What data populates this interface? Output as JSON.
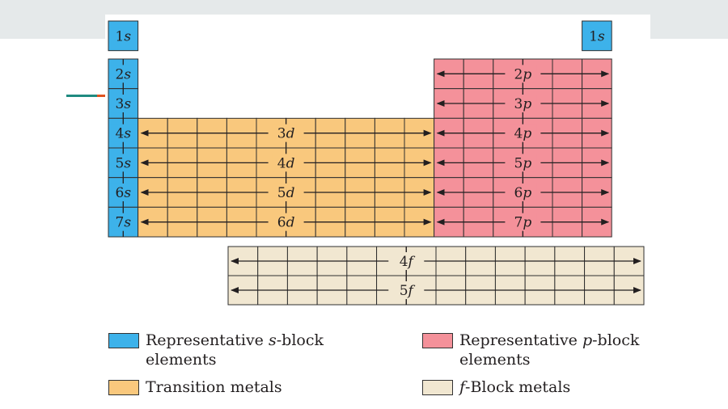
{
  "colors": {
    "s_block": "#3db2ea",
    "d_block": "#f9c87d",
    "p_block": "#f4919a",
    "f_block": "#f1e7d1",
    "grid_line": "#2f2f2f"
  },
  "s_block": {
    "corner_label": {
      "num": "1",
      "letter": "s"
    },
    "rows": [
      {
        "num": "2",
        "letter": "s"
      },
      {
        "num": "3",
        "letter": "s"
      },
      {
        "num": "4",
        "letter": "s"
      },
      {
        "num": "5",
        "letter": "s"
      },
      {
        "num": "6",
        "letter": "s"
      },
      {
        "num": "7",
        "letter": "s"
      }
    ]
  },
  "d_block": {
    "rows": [
      {
        "num": "3",
        "letter": "d"
      },
      {
        "num": "4",
        "letter": "d"
      },
      {
        "num": "5",
        "letter": "d"
      },
      {
        "num": "6",
        "letter": "d"
      }
    ],
    "columns": 10
  },
  "p_block": {
    "corner_label": {
      "num": "1",
      "letter": "s"
    },
    "rows": [
      {
        "num": "2",
        "letter": "p"
      },
      {
        "num": "3",
        "letter": "p"
      },
      {
        "num": "4",
        "letter": "p"
      },
      {
        "num": "5",
        "letter": "p"
      },
      {
        "num": "6",
        "letter": "p"
      },
      {
        "num": "7",
        "letter": "p"
      }
    ],
    "columns": 6
  },
  "f_block": {
    "rows": [
      {
        "num": "4",
        "letter": "f"
      },
      {
        "num": "5",
        "letter": "f"
      }
    ],
    "columns": 14
  },
  "legend": [
    {
      "id": "s",
      "color_key": "s_block",
      "pre": "Representative ",
      "italic": "s",
      "post": "-block",
      "line2": "elements"
    },
    {
      "id": "p",
      "color_key": "p_block",
      "pre": "Representative ",
      "italic": "p",
      "post": "-block",
      "line2": "elements"
    },
    {
      "id": "d",
      "color_key": "d_block",
      "pre": "Transition metals",
      "italic": "",
      "post": "",
      "line2": ""
    },
    {
      "id": "f",
      "color_key": "f_block",
      "pre": "",
      "italic": "f",
      "post": "-Block metals",
      "line2": ""
    }
  ]
}
